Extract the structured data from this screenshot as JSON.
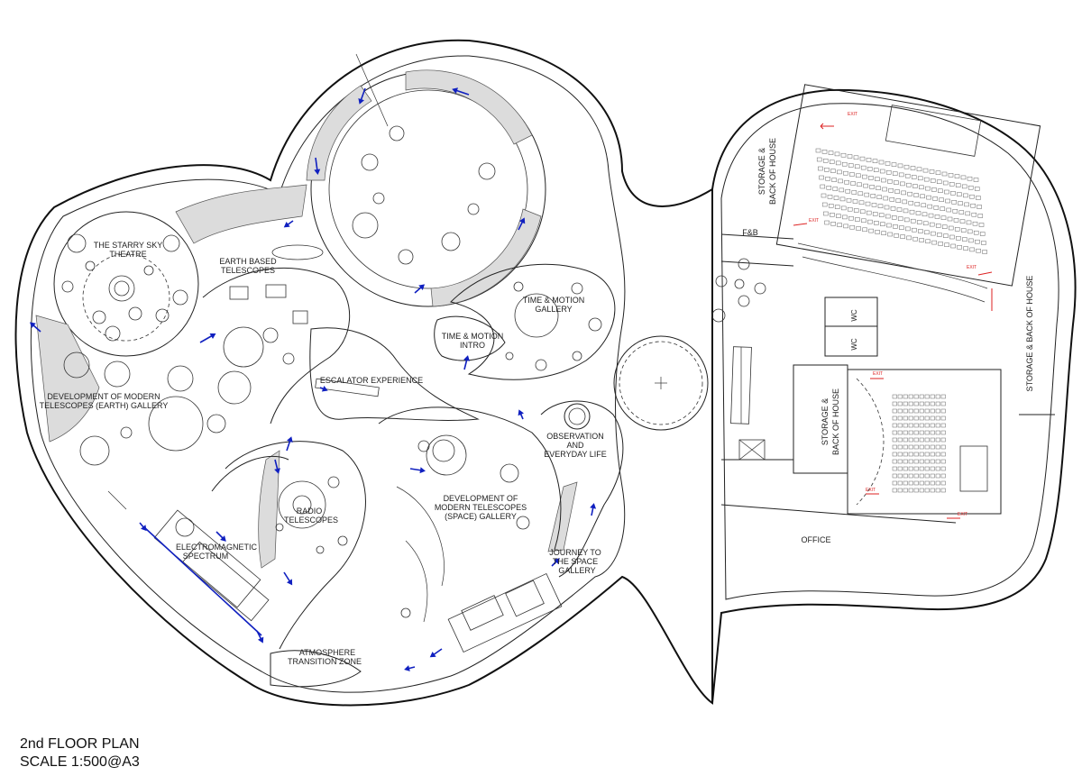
{
  "plan": {
    "title": "2nd FLOOR PLAN",
    "scale": "SCALE 1:500@A3"
  },
  "labels": {
    "starry_sky_1": "THE STARRY SKY",
    "starry_sky_2": "THEATRE",
    "earth_based_1": "EARTH BASED",
    "earth_based_2": "TELESCOPES",
    "time_motion_gallery_1": "TIME & MOTION",
    "time_motion_gallery_2": "GALLERY",
    "time_motion_intro_1": "TIME & MOTION",
    "time_motion_intro_2": "INTRO",
    "escalator": "ESCALATOR EXPERIENCE",
    "dev_earth_1": "DEVELOPMENT OF MODERN",
    "dev_earth_2": "TELESCOPES (EARTH) GALLERY",
    "observation_1": "OBSERVATION",
    "observation_2": "AND",
    "observation_3": "EVERYDAY LIFE",
    "dev_space_1": "DEVELOPMENT OF",
    "dev_space_2": "MODERN TELESCOPES",
    "dev_space_3": "(SPACE) GALLERY",
    "radio_1": "RADIO",
    "radio_2": "TELESCOPES",
    "em_1": "ELECTROMAGNETIC",
    "em_2": "SPECTRUM",
    "journey_1": "JOURNEY TO",
    "journey_2": "THE SPACE",
    "journey_3": "GALLERY",
    "atmosphere_1": "ATMOSPHERE",
    "atmosphere_2": "TRANSITION ZONE",
    "storage_1_a": "STORAGE &",
    "storage_1_b": "BACK OF HOUSE",
    "storage_2": "STORAGE & BACK OF HOUSE",
    "storage_3_a": "STORAGE &",
    "storage_3_b": "BACK OF HOUSE",
    "fb": "F&B",
    "wc1": "WC",
    "wc2": "WC",
    "office": "OFFICE",
    "exit": "EXIT"
  },
  "colors": {
    "circulation_arrow": "#1020c0",
    "exit_marker": "#d22222",
    "shaded_zone": "#dcdcdc"
  }
}
